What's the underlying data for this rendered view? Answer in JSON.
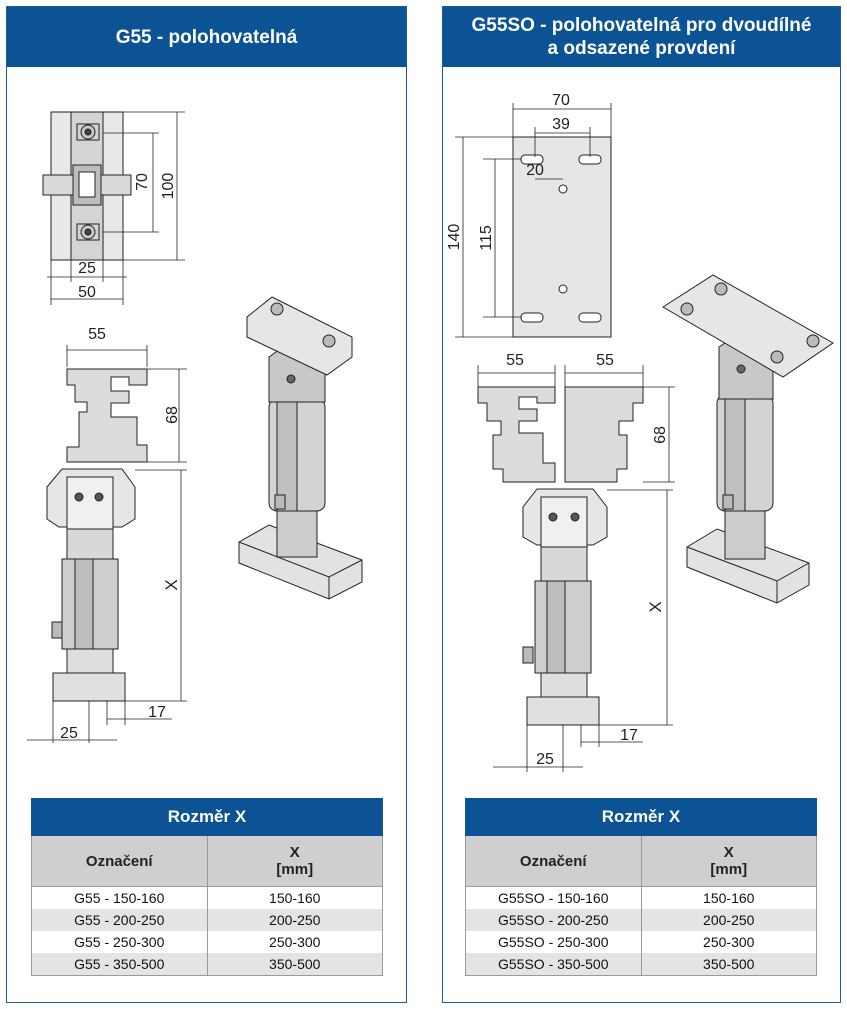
{
  "left": {
    "title": "G55 - polohovatelná",
    "dims": {
      "d70": "70",
      "d100": "100",
      "d25_top": "25",
      "d50": "50",
      "d55": "55",
      "d68": "68",
      "x": "X",
      "d17": "17",
      "d25_bottom": "25"
    },
    "table": {
      "title": "Rozměr X",
      "col1": "Označení",
      "col2_line1": "X",
      "col2_line2": "[mm]",
      "rows": [
        {
          "name": "G55 - 150-160",
          "x": "150-160"
        },
        {
          "name": "G55 - 200-250",
          "x": "200-250"
        },
        {
          "name": "G55 - 250-300",
          "x": "250-300"
        },
        {
          "name": "G55 - 350-500",
          "x": "350-500"
        }
      ]
    }
  },
  "right": {
    "title_line1": "G55SO - polohovatelná pro dvoudílné",
    "title_line2": "a odsazené provdení",
    "dims": {
      "d70": "70",
      "d39": "39",
      "d20": "20",
      "d140": "140",
      "d115": "115",
      "d55a": "55",
      "d55b": "55",
      "d68": "68",
      "x": "X",
      "d17": "17",
      "d25": "25"
    },
    "table": {
      "title": "Rozměr X",
      "col1": "Označení",
      "col2_line1": "X",
      "col2_line2": "[mm]",
      "rows": [
        {
          "name": "G55SO - 150-160",
          "x": "150-160"
        },
        {
          "name": "G55SO - 200-250",
          "x": "200-250"
        },
        {
          "name": "G55SO - 250-300",
          "x": "250-300"
        },
        {
          "name": "G55SO - 350-500",
          "x": "350-500"
        }
      ]
    }
  },
  "colors": {
    "header_blue": "#0c5396",
    "table_header_gray": "#cfcfcf",
    "row_alt": "#e4e4e4",
    "drawing_line": "#222222"
  }
}
